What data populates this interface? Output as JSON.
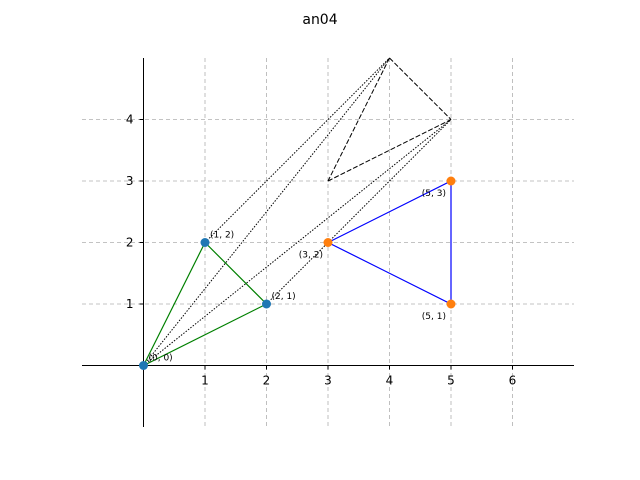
{
  "chart_data": {
    "type": "scatter",
    "title": "an04",
    "xlabel": "",
    "ylabel": "",
    "xlim": [
      -1,
      7
    ],
    "ylim": [
      -1,
      5
    ],
    "x_ticks": [
      1,
      2,
      3,
      4,
      5,
      6
    ],
    "y_ticks": [
      1,
      2,
      3,
      4
    ],
    "grid": true,
    "colors": {
      "original_points": "#1f77b4",
      "transformed_points": "#ff7f0e",
      "original_triangle": "#008000",
      "transformed_triangle": "#0000ff",
      "construction_lines": "#000000",
      "grid": "#b0b0b0"
    },
    "original_points": [
      {
        "x": 0,
        "y": 0,
        "label": "(0, 0)"
      },
      {
        "x": 1,
        "y": 2,
        "label": "(1, 2)"
      },
      {
        "x": 2,
        "y": 1,
        "label": "(2, 1)"
      }
    ],
    "transformed_points": [
      {
        "x": 3,
        "y": 2,
        "label": "(3, 2)"
      },
      {
        "x": 5,
        "y": 3,
        "label": "(5, 3)"
      },
      {
        "x": 5,
        "y": 1,
        "label": "(5, 1)"
      }
    ],
    "dotted_lines": [
      [
        [
          0,
          0
        ],
        [
          4,
          5
        ]
      ],
      [
        [
          1,
          2
        ],
        [
          4,
          5
        ]
      ],
      [
        [
          0,
          0
        ],
        [
          5,
          4
        ]
      ],
      [
        [
          2,
          1
        ],
        [
          5,
          4
        ]
      ]
    ],
    "dashed_lines": [
      [
        [
          4,
          5
        ],
        [
          5,
          4
        ]
      ],
      [
        [
          4,
          5
        ],
        [
          3,
          3
        ]
      ],
      [
        [
          3,
          3
        ],
        [
          5,
          4
        ]
      ]
    ]
  }
}
